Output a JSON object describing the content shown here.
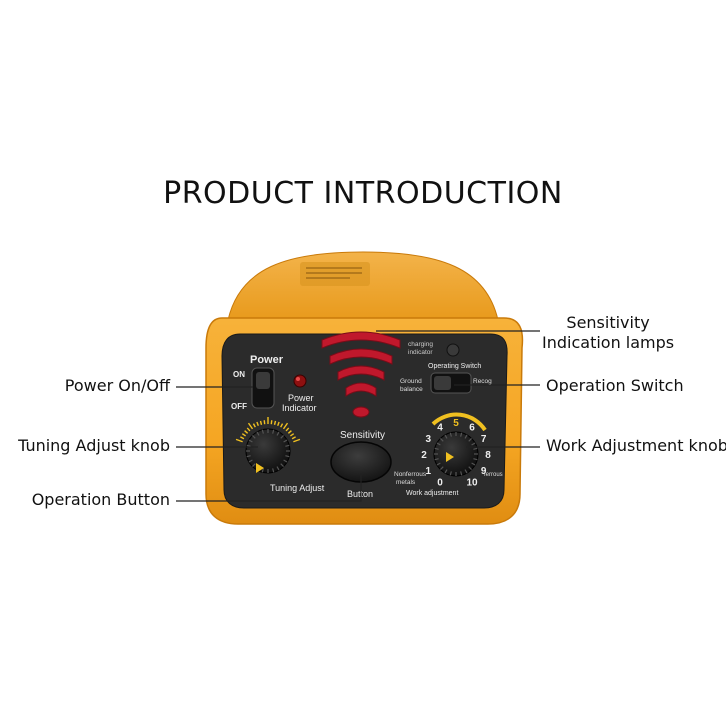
{
  "title": "PRODUCT INTRODUCTION",
  "callouts": {
    "power_on_off": "Power On/Off",
    "tuning_adjust_knob": "Tuning Adjust knob",
    "operation_button": "Operation Button",
    "sensitivity_lamps_line1": "Sensitivity",
    "sensitivity_lamps_line2": "Indication lamps",
    "operation_switch": "Operation Switch",
    "work_adjustment_knob": "Work Adjustment knob"
  },
  "panel": {
    "power": "Power",
    "on": "ON",
    "off": "OFF",
    "power_indicator_1": "Power",
    "power_indicator_2": "Indicator",
    "charging_1": "charging",
    "charging_2": "indicator",
    "operating_switch": "Operating Switch",
    "ground_1": "Ground",
    "ground_2": "balance",
    "recog": "Recog",
    "sensitivity": "Sensitivity",
    "button": "Button",
    "tuning_adjust": "Tuning Adjust",
    "nonferrous_1": "Nonferrous",
    "nonferrous_2": "metals",
    "work_adjustment": "Work adjustment",
    "ferrous": "ferrous",
    "dial_numbers": [
      "0",
      "1",
      "2",
      "3",
      "4",
      "5",
      "6",
      "7",
      "8",
      "9",
      "10"
    ]
  },
  "colors": {
    "housing": "#f5a623",
    "housing_edge": "#c97a0a",
    "panel": "#2b2b2b",
    "lamp": "#c0182c",
    "accent": "#f0c020"
  }
}
